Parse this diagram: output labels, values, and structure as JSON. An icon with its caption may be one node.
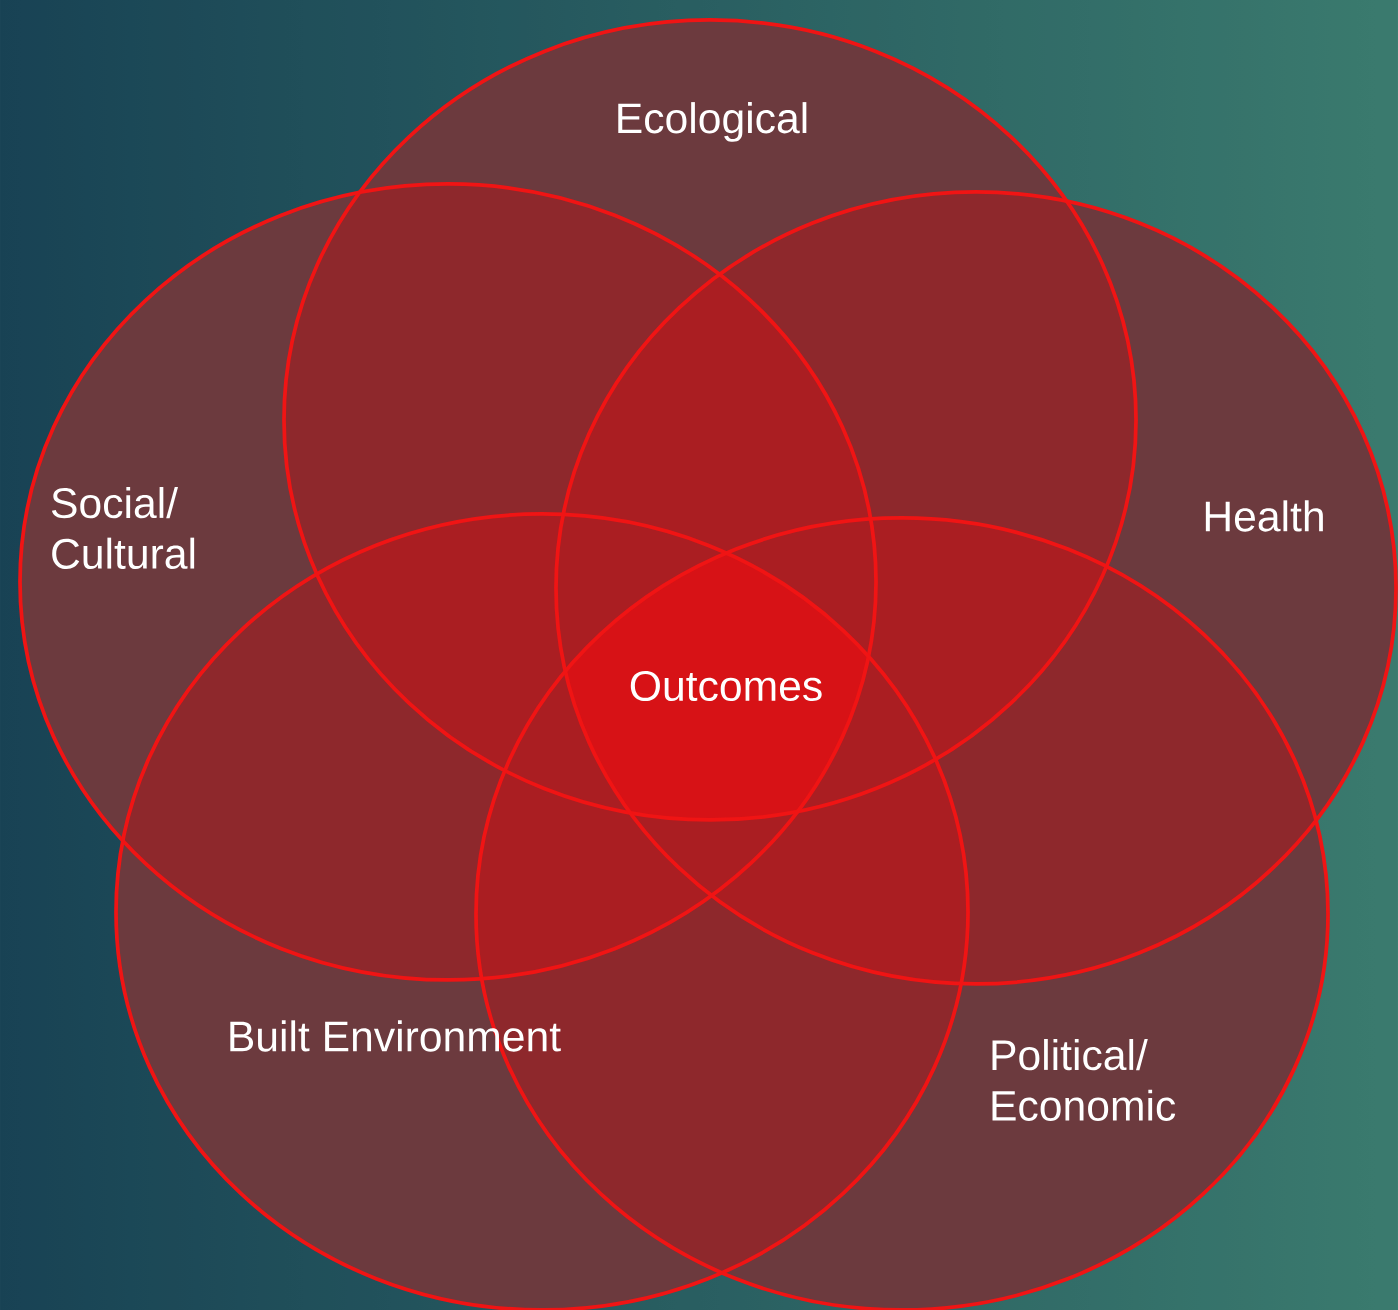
{
  "diagram": {
    "nodes": [
      {
        "text": [
          "Ecological"
        ]
      },
      {
        "text": [
          "Social/ Cultural"
        ]
      },
      {
        "text": [
          "Health"
        ]
      },
      {
        "text": [
          "Built Environment"
        ]
      },
      {
        "text": [
          "Political/ Economic"
        ]
      }
    ],
    "labels": [
      "Outcomes"
    ]
  }
}
